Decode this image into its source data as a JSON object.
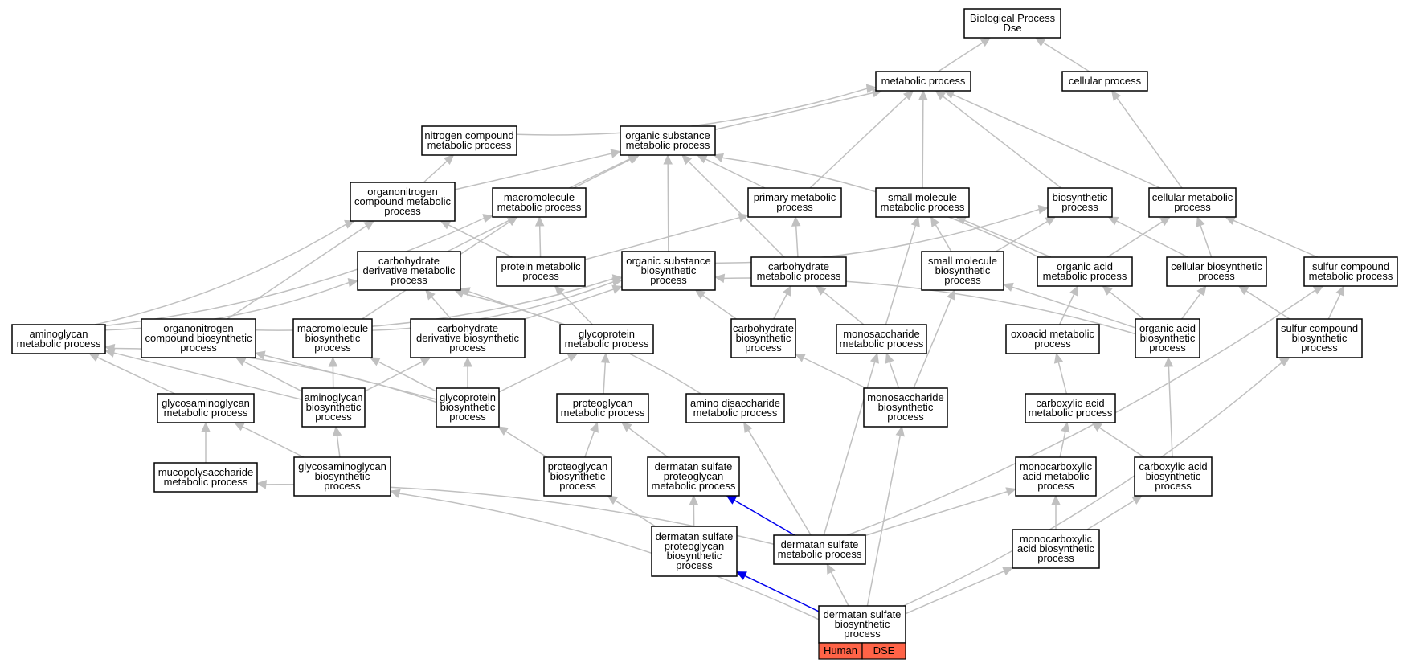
{
  "graph": {
    "edge_color": "#c0c0c0",
    "highlight_color": "#0000ee",
    "tag_color": "#ff6347",
    "nodes": [
      {
        "id": "bp",
        "lines": [
          "Biological Process",
          "Dse"
        ]
      },
      {
        "id": "mp",
        "lines": [
          "metabolic process"
        ]
      },
      {
        "id": "cp",
        "lines": [
          "cellular process"
        ]
      },
      {
        "id": "ncmp",
        "lines": [
          "nitrogen compound",
          "metabolic process"
        ]
      },
      {
        "id": "osmp",
        "lines": [
          "organic substance",
          "metabolic process"
        ]
      },
      {
        "id": "oncmp",
        "lines": [
          "organonitrogen",
          "compound metabolic",
          "process"
        ]
      },
      {
        "id": "mmp",
        "lines": [
          "macromolecule",
          "metabolic process"
        ]
      },
      {
        "id": "pmp",
        "lines": [
          "primary metabolic",
          "process"
        ]
      },
      {
        "id": "smmp",
        "lines": [
          "small molecule",
          "metabolic process"
        ]
      },
      {
        "id": "bsp",
        "lines": [
          "biosynthetic",
          "process"
        ]
      },
      {
        "id": "cmp",
        "lines": [
          "cellular metabolic",
          "process"
        ]
      },
      {
        "id": "cdmp",
        "lines": [
          "carbohydrate",
          "derivative metabolic",
          "process"
        ]
      },
      {
        "id": "prmp",
        "lines": [
          "protein metabolic",
          "process"
        ]
      },
      {
        "id": "osbp",
        "lines": [
          "organic substance",
          "biosynthetic",
          "process"
        ]
      },
      {
        "id": "chmp",
        "lines": [
          "carbohydrate",
          "metabolic process"
        ]
      },
      {
        "id": "smbp",
        "lines": [
          "small molecule",
          "biosynthetic",
          "process"
        ]
      },
      {
        "id": "oamp",
        "lines": [
          "organic acid",
          "metabolic process"
        ]
      },
      {
        "id": "cbp",
        "lines": [
          "cellular biosynthetic",
          "process"
        ]
      },
      {
        "id": "scmp",
        "lines": [
          "sulfur compound",
          "metabolic process"
        ]
      },
      {
        "id": "agmp",
        "lines": [
          "aminoglycan",
          "metabolic process"
        ]
      },
      {
        "id": "oncbp",
        "lines": [
          "organonitrogen",
          "compound biosynthetic",
          "process"
        ]
      },
      {
        "id": "mmbp",
        "lines": [
          "macromolecule",
          "biosynthetic",
          "process"
        ]
      },
      {
        "id": "cdbp",
        "lines": [
          "carbohydrate",
          "derivative biosynthetic",
          "process"
        ]
      },
      {
        "id": "gpmp",
        "lines": [
          "glycoprotein",
          "metabolic process"
        ]
      },
      {
        "id": "chbp",
        "lines": [
          "carbohydrate",
          "biosynthetic",
          "process"
        ]
      },
      {
        "id": "msmp",
        "lines": [
          "monosaccharide",
          "metabolic process"
        ]
      },
      {
        "id": "oxmp",
        "lines": [
          "oxoacid metabolic",
          "process"
        ]
      },
      {
        "id": "oabp",
        "lines": [
          "organic acid",
          "biosynthetic",
          "process"
        ]
      },
      {
        "id": "scbp",
        "lines": [
          "sulfur compound",
          "biosynthetic",
          "process"
        ]
      },
      {
        "id": "gagmp",
        "lines": [
          "glycosaminoglycan",
          "metabolic process"
        ]
      },
      {
        "id": "agbp",
        "lines": [
          "aminoglycan",
          "biosynthetic",
          "process"
        ]
      },
      {
        "id": "gpbp",
        "lines": [
          "glycoprotein",
          "biosynthetic",
          "process"
        ]
      },
      {
        "id": "pgmp",
        "lines": [
          "proteoglycan",
          "metabolic process"
        ]
      },
      {
        "id": "admp",
        "lines": [
          "amino disaccharide",
          "metabolic process"
        ]
      },
      {
        "id": "msbp",
        "lines": [
          "monosaccharide",
          "biosynthetic",
          "process"
        ]
      },
      {
        "id": "camp",
        "lines": [
          "carboxylic acid",
          "metabolic process"
        ]
      },
      {
        "id": "mpsmp",
        "lines": [
          "mucopolysaccharide",
          "metabolic process"
        ]
      },
      {
        "id": "gagbp",
        "lines": [
          "glycosaminoglycan",
          "biosynthetic",
          "process"
        ]
      },
      {
        "id": "pgbp",
        "lines": [
          "proteoglycan",
          "biosynthetic",
          "process"
        ]
      },
      {
        "id": "dspgmp",
        "lines": [
          "dermatan sulfate",
          "proteoglycan",
          "metabolic process"
        ]
      },
      {
        "id": "mcamp",
        "lines": [
          "monocarboxylic",
          "acid metabolic",
          "process"
        ]
      },
      {
        "id": "cabp",
        "lines": [
          "carboxylic acid",
          "biosynthetic",
          "process"
        ]
      },
      {
        "id": "dspgbp",
        "lines": [
          "dermatan sulfate",
          "proteoglycan",
          "biosynthetic",
          "process"
        ]
      },
      {
        "id": "dsmp",
        "lines": [
          "dermatan sulfate",
          "metabolic process"
        ]
      },
      {
        "id": "mcabp",
        "lines": [
          "monocarboxylic",
          "acid biosynthetic",
          "process"
        ]
      },
      {
        "id": "dsbp",
        "lines": [
          "dermatan sulfate",
          "biosynthetic",
          "process"
        ],
        "tags": [
          "Human",
          "DSE"
        ]
      }
    ],
    "edges": [
      [
        "mp",
        "bp"
      ],
      [
        "cp",
        "bp"
      ],
      [
        "ncmp",
        "mp"
      ],
      [
        "osmp",
        "mp"
      ],
      [
        "pmp",
        "mp"
      ],
      [
        "smmp",
        "mp"
      ],
      [
        "bsp",
        "mp"
      ],
      [
        "cmp",
        "mp"
      ],
      [
        "cmp",
        "cp"
      ],
      [
        "oncmp",
        "ncmp"
      ],
      [
        "oncmp",
        "osmp"
      ],
      [
        "mmp",
        "osmp"
      ],
      [
        "cdmp",
        "osmp"
      ],
      [
        "osbp",
        "osmp"
      ],
      [
        "chmp",
        "osmp"
      ],
      [
        "oamp",
        "osmp"
      ],
      [
        "pmp",
        "osmp"
      ],
      [
        "prmp",
        "oncmp"
      ],
      [
        "prmp",
        "mmp"
      ],
      [
        "prmp",
        "pmp"
      ],
      [
        "agmp",
        "oncmp"
      ],
      [
        "agmp",
        "mmp"
      ],
      [
        "agmp",
        "cdmp"
      ],
      [
        "oncbp",
        "oncmp"
      ],
      [
        "mmbp",
        "mmp"
      ],
      [
        "chmp",
        "pmp"
      ],
      [
        "smbp",
        "smmp"
      ],
      [
        "smbp",
        "bsp"
      ],
      [
        "oamp",
        "smmp"
      ],
      [
        "msmp",
        "smmp"
      ],
      [
        "osbp",
        "bsp"
      ],
      [
        "cbp",
        "bsp"
      ],
      [
        "oamp",
        "cmp"
      ],
      [
        "cbp",
        "cmp"
      ],
      [
        "scmp",
        "cmp"
      ],
      [
        "oncbp",
        "osbp"
      ],
      [
        "mmbp",
        "osbp"
      ],
      [
        "cdbp",
        "osbp"
      ],
      [
        "chbp",
        "osbp"
      ],
      [
        "oabp",
        "osbp"
      ],
      [
        "cdbp",
        "cdmp"
      ],
      [
        "gpmp",
        "cdmp"
      ],
      [
        "admp",
        "cdmp"
      ],
      [
        "gpmp",
        "prmp"
      ],
      [
        "chbp",
        "chmp"
      ],
      [
        "msmp",
        "chmp"
      ],
      [
        "msbp",
        "smbp"
      ],
      [
        "oabp",
        "smbp"
      ],
      [
        "oxmp",
        "oamp"
      ],
      [
        "oabp",
        "oamp"
      ],
      [
        "oabp",
        "cbp"
      ],
      [
        "scbp",
        "cbp"
      ],
      [
        "scbp",
        "scmp"
      ],
      [
        "gagmp",
        "agmp"
      ],
      [
        "agbp",
        "agmp"
      ],
      [
        "agbp",
        "oncbp"
      ],
      [
        "gpbp",
        "oncbp"
      ],
      [
        "agbp",
        "mmbp"
      ],
      [
        "gpbp",
        "mmbp"
      ],
      [
        "agbp",
        "cdbp"
      ],
      [
        "gpbp",
        "cdbp"
      ],
      [
        "gpbp",
        "gpmp"
      ],
      [
        "pgmp",
        "gpmp"
      ],
      [
        "gpbp",
        "agmp"
      ],
      [
        "msbp",
        "chbp"
      ],
      [
        "msbp",
        "msmp"
      ],
      [
        "camp",
        "oxmp"
      ],
      [
        "cabp",
        "oabp"
      ],
      [
        "mpsmp",
        "gagmp"
      ],
      [
        "gagbp",
        "gagmp"
      ],
      [
        "gagbp",
        "agbp"
      ],
      [
        "pgbp",
        "gpbp"
      ],
      [
        "pgbp",
        "pgmp"
      ],
      [
        "dspgmp",
        "pgmp"
      ],
      [
        "mcamp",
        "camp"
      ],
      [
        "cabp",
        "camp"
      ],
      [
        "dspgbp",
        "pgbp"
      ],
      [
        "dspgbp",
        "dspgmp"
      ],
      [
        "dsmp",
        "dspgmp",
        "hl"
      ],
      [
        "dsmp",
        "mpsmp"
      ],
      [
        "dsmp",
        "admp"
      ],
      [
        "dsmp",
        "msmp"
      ],
      [
        "dsmp",
        "scmp"
      ],
      [
        "dsmp",
        "mcamp"
      ],
      [
        "mcabp",
        "mcamp"
      ],
      [
        "mcabp",
        "cabp"
      ],
      [
        "dsbp",
        "dspgbp",
        "hl"
      ],
      [
        "dsbp",
        "dsmp"
      ],
      [
        "dsbp",
        "msbp"
      ],
      [
        "dsbp",
        "gagbp"
      ],
      [
        "dsbp",
        "mcabp"
      ],
      [
        "dsbp",
        "scbp"
      ]
    ]
  }
}
